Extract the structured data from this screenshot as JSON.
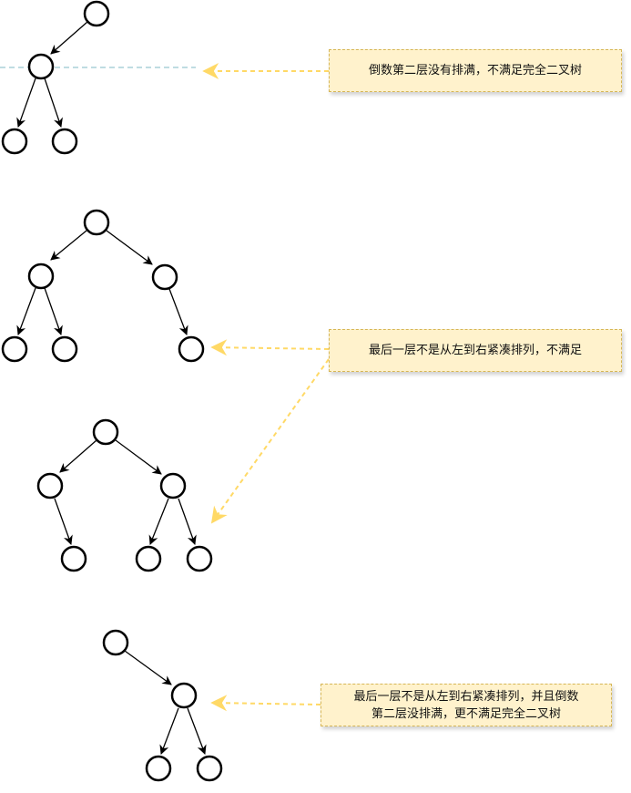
{
  "notes": {
    "note1": "倒数第二层没有排满，不满足完全二叉树",
    "note2": "最后一层不是从左到右紧凑排列，不满足",
    "note3_line1": "最后一层不是从左到右紧凑排列，并且倒数",
    "note3_line2": "第二层没排满，更不满足完全二叉树"
  },
  "colors": {
    "node_stroke": "#000000",
    "edge": "#000000",
    "note_fill": "#fff2cc",
    "note_border": "#d6b656",
    "pointer_arrow": "#ffd966",
    "guide_line": "#7fb8c4"
  }
}
